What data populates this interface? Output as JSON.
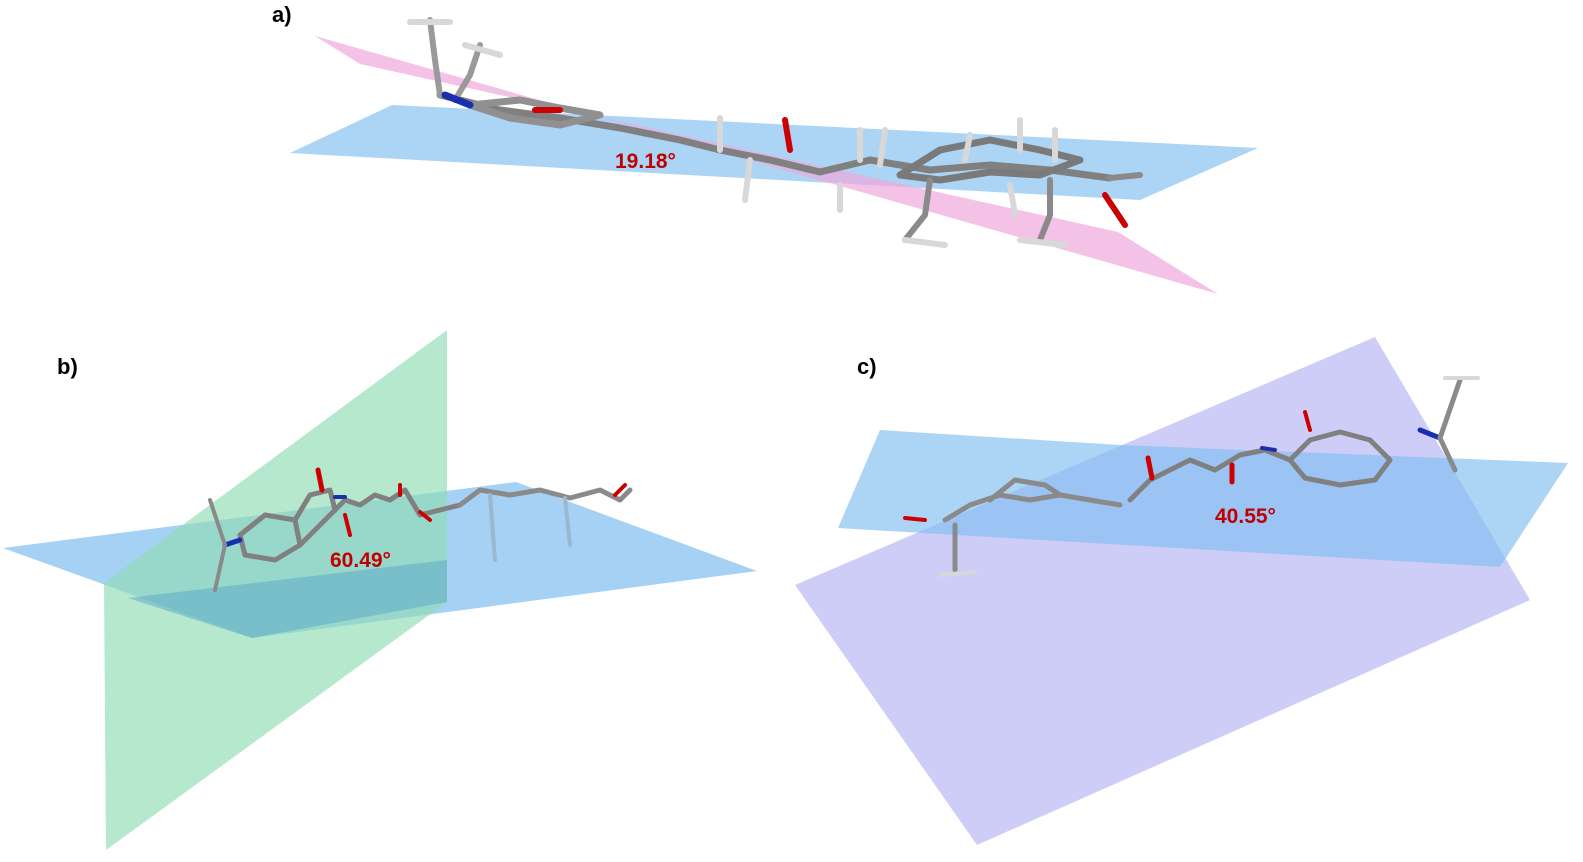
{
  "panels": [
    {
      "label": "a)",
      "angle": "19.18°"
    },
    {
      "label": "b)",
      "angle": "60.49°"
    },
    {
      "label": "c)",
      "angle": "40.55°"
    }
  ],
  "colors": {
    "plane_blue": "#7fbdf0",
    "plane_pink": "#f0a8dc",
    "plane_green": "#8fdcb4",
    "plane_lavender": "#b8b8f5",
    "carbon": "#808080",
    "hydrogen": "#d8d8d8",
    "oxygen": "#cc0000",
    "nitrogen": "#1a2fb0",
    "angle_text": "#c00000"
  }
}
